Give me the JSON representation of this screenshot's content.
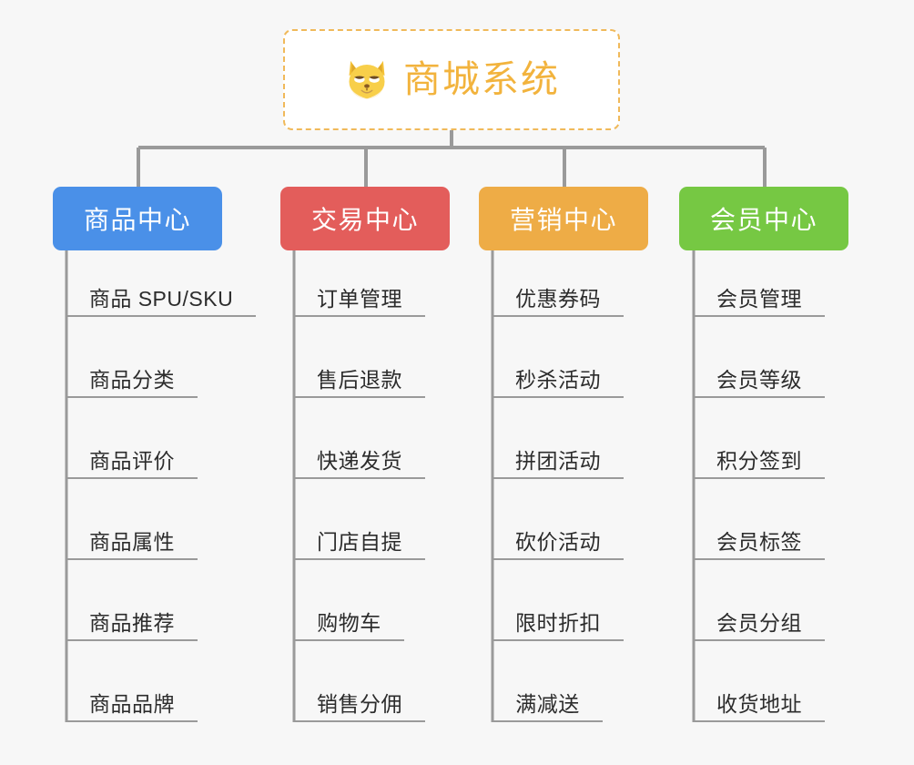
{
  "diagram": {
    "type": "mind-map",
    "background_color": "#f7f7f7",
    "root": {
      "title": "商城系统",
      "icon": "shiba-dog-face-icon",
      "text_color": "#f2b33d",
      "border_color": "#f0b95a",
      "background_color": "#ffffff"
    },
    "connector_color": "#9a9a9a",
    "branches": [
      {
        "label": "商品中心",
        "color": "#4a90e8",
        "items": [
          "商品 SPU/SKU",
          "商品分类",
          "商品评价",
          "商品属性",
          "商品推荐",
          "商品品牌"
        ]
      },
      {
        "label": "交易中心",
        "color": "#e35d5b",
        "items": [
          "订单管理",
          "售后退款",
          "快递发货",
          "门店自提",
          "购物车",
          "销售分佣"
        ]
      },
      {
        "label": "营销中心",
        "color": "#eeac46",
        "items": [
          "优惠券码",
          "秒杀活动",
          "拼团活动",
          "砍价活动",
          "限时折扣",
          "满减送"
        ]
      },
      {
        "label": "会员中心",
        "color": "#76c843",
        "items": [
          "会员管理",
          "会员等级",
          "积分签到",
          "会员标签",
          "会员分组",
          "收货地址"
        ]
      }
    ]
  }
}
